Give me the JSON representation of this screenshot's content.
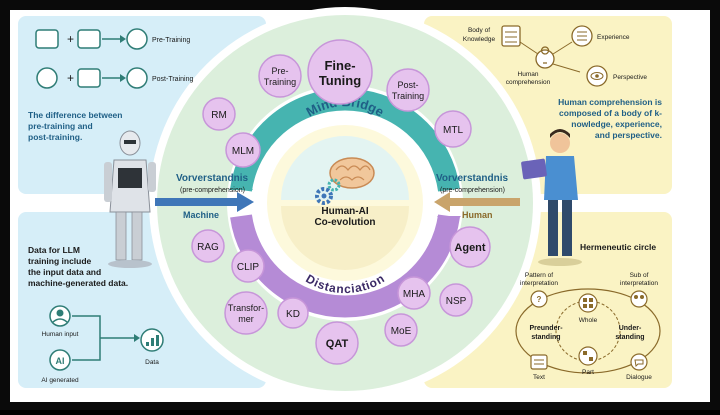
{
  "colors": {
    "frame": "#0a0a0a",
    "canvas": "#ffffff",
    "blue_panel": "#d6eef8",
    "yellow_panel": "#faf3c4",
    "ring_outer": "#dcefdc",
    "bubble": "#e6c3ee",
    "bubble_stroke": "#c796d9",
    "teal": "#46b4b0",
    "purple": "#b58bd6",
    "arrow_blue": "#3f76b8",
    "arrow_tan": "#c9a46b",
    "title_blue": "#1f5f86",
    "text": "#1a1a1a"
  },
  "left_top": {
    "label_pretraining": "Pre-Training",
    "label_posttraining": "Post-Training",
    "plus": "+",
    "caption": [
      "The difference between",
      "pre-training and",
      "post-training."
    ]
  },
  "left_bottom": {
    "caption": [
      "Data for LLM",
      "training include",
      "the input data and",
      "machine-generated data."
    ],
    "human_input": "Human input",
    "ai_generated": "AI generated",
    "ai_badge": "AI",
    "data": "Data"
  },
  "right_top": {
    "body_of_knowledge": [
      "Body of",
      "Knowledge"
    ],
    "experience": "Experience",
    "human_comprehension": [
      "Human",
      "comprehension"
    ],
    "perspective": "Perspective",
    "caption": [
      "Human comprehension is",
      "composed of a body of k-",
      "nowledge, experience,",
      "and perspective."
    ]
  },
  "right_bottom": {
    "title": "Hermeneutic circle",
    "pattern": [
      "Pattern of",
      "interpretation"
    ],
    "sub": [
      "Sub of",
      "interpretation"
    ],
    "whole": "Whole",
    "preunderstanding": [
      "Preunder-",
      "standing"
    ],
    "understanding": [
      "Under-",
      "standing"
    ],
    "part": "Part",
    "text": "Text",
    "dialogue": "Dialogue"
  },
  "center": {
    "fine_tuning": [
      "Fine-",
      "Tuning"
    ],
    "bubbles": {
      "pre_training": [
        "Pre-",
        "Training"
      ],
      "post_training": [
        "Post-",
        "Training"
      ],
      "rm": "RM",
      "mtl": "MTL",
      "mlm": "MLM",
      "rag": "RAG",
      "clip": "CLIP",
      "agent": "Agent",
      "transformer": [
        "Transfor-",
        "mer"
      ],
      "kd": "KD",
      "qat": "QAT",
      "moe": "MoE",
      "mha": "MHA",
      "nsp": "NSP"
    },
    "left_side": {
      "title": "Vorverstandnis",
      "subtitle": "(pre-comprehension)",
      "label": "Machine"
    },
    "right_side": {
      "title": "Vorverstandnis",
      "subtitle": "(pre-comprehension)",
      "label": "Human"
    },
    "mind_bridge": "Mind Bridge",
    "distanciation": "Distanciation",
    "coevolution": [
      "Human-AI",
      "Co-evolution"
    ]
  }
}
